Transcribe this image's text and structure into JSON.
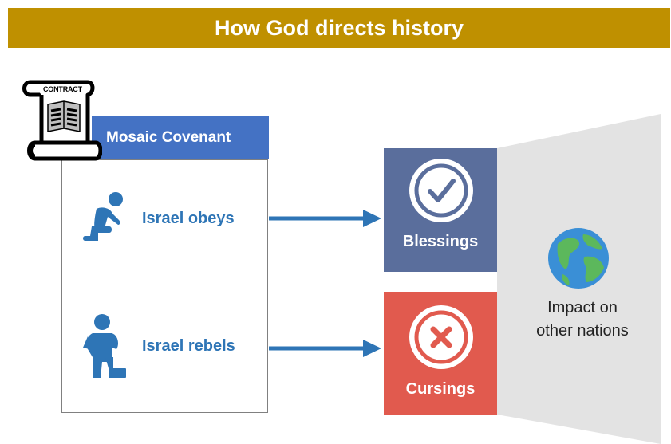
{
  "title": "How God directs history",
  "contract_icon_text": "CONTRACT",
  "covenant": {
    "header": "Mosaic Covenant",
    "rows": [
      {
        "label": "Israel obeys",
        "icon": "kneeling-praying-person-icon"
      },
      {
        "label": "Israel rebels",
        "icon": "person-standing-on-step-icon"
      }
    ]
  },
  "outcomes": {
    "blessings": {
      "label": "Blessings",
      "icon": "checkmark-circle-icon"
    },
    "cursings": {
      "label": "Cursings",
      "icon": "x-circle-icon"
    }
  },
  "impact": {
    "line1": "Impact on",
    "line2": "other nations",
    "icon": "globe-icon"
  },
  "colors": {
    "title_bar": "#bf9000",
    "covenant_header": "#4472c4",
    "label_blue": "#2e75b6",
    "blessings": "#5a6e9c",
    "cursings": "#e15a4e",
    "arrow": "#2e75b6",
    "funnel": "#e3e3e3"
  }
}
